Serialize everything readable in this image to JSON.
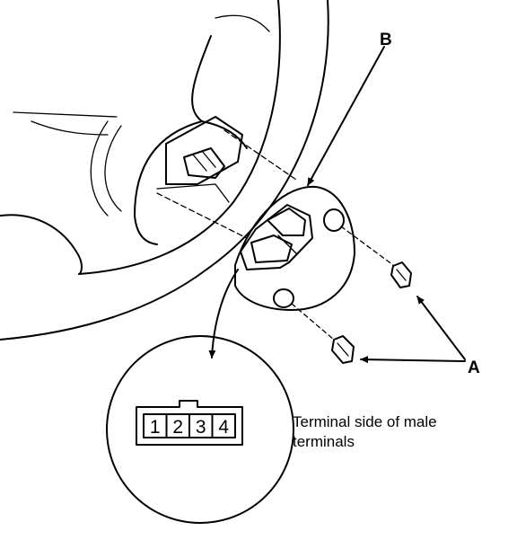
{
  "callouts": {
    "a": "A",
    "b": "B"
  },
  "connector": {
    "pins": [
      "1",
      "2",
      "3",
      "4"
    ],
    "caption_line1": "Terminal side of male",
    "caption_line2": "terminals"
  },
  "colors": {
    "ink": "#000000",
    "background": "#ffffff"
  }
}
